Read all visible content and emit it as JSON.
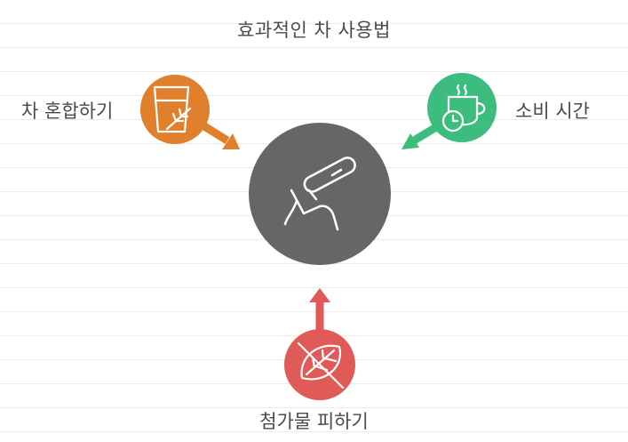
{
  "diagram": {
    "title": "효과적인 차 사용법",
    "center": {
      "icon": "tablet-hand-icon"
    },
    "nodes": [
      {
        "id": "mix",
        "label": "차 혼합하기",
        "icon": "glass-herb-icon",
        "color": "#e07f2c"
      },
      {
        "id": "timing",
        "label": "소비 시간",
        "icon": "tea-cup-clock-icon",
        "color": "#3dbd7d"
      },
      {
        "id": "avoid",
        "label": "첨가물 피하기",
        "icon": "no-leaf-icon",
        "color": "#e05a57"
      }
    ],
    "colors": {
      "center": "#666666",
      "mix": "#e07f2c",
      "timing": "#3dbd7d",
      "avoid": "#e05a57"
    }
  }
}
